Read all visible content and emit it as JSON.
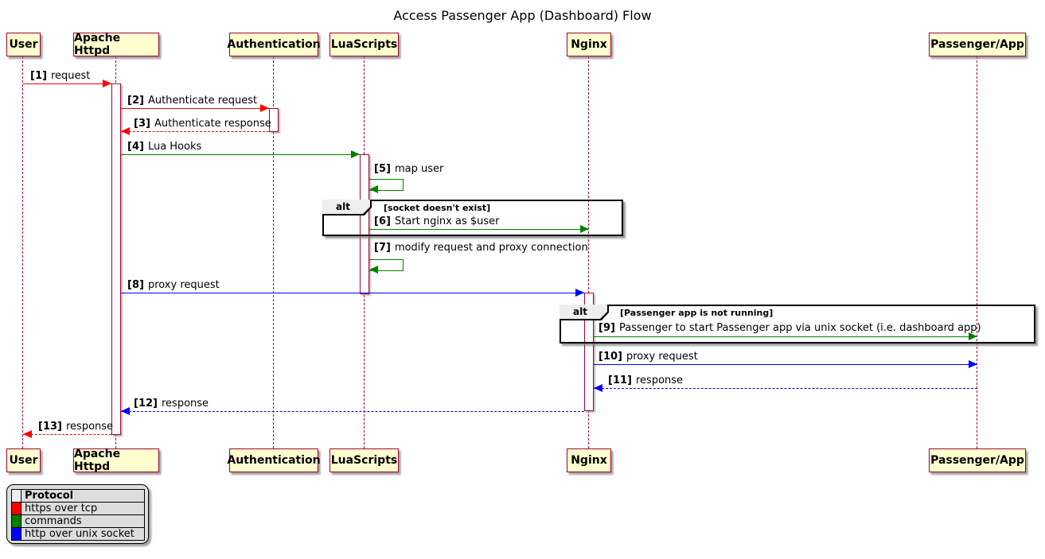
{
  "title": "Access Passenger App (Dashboard) Flow",
  "participants": [
    {
      "name": "User"
    },
    {
      "name": "Apache Httpd"
    },
    {
      "name": "Authentication"
    },
    {
      "name": "LuaScripts"
    },
    {
      "name": "Nginx"
    },
    {
      "name": "Passenger/App"
    }
  ],
  "messages": [
    {
      "num": "[1]",
      "text": "request",
      "from": "User",
      "to": "Apache Httpd",
      "protocol": "https over tcp",
      "color": "#FF0000",
      "line": "solid"
    },
    {
      "num": "[2]",
      "text": "Authenticate request",
      "from": "Apache Httpd",
      "to": "Authentication",
      "protocol": "https over tcp",
      "color": "#FF0000",
      "line": "solid"
    },
    {
      "num": "[3]",
      "text": "Authenticate response",
      "from": "Authentication",
      "to": "Apache Httpd",
      "protocol": "https over tcp",
      "color": "#FF0000",
      "line": "dashed"
    },
    {
      "num": "[4]",
      "text": "Lua Hooks",
      "from": "Apache Httpd",
      "to": "LuaScripts",
      "protocol": "commands",
      "color": "#008000",
      "line": "solid"
    },
    {
      "num": "[5]",
      "text": "map user",
      "from": "LuaScripts",
      "to": "LuaScripts",
      "protocol": "commands",
      "color": "#008000",
      "line": "self"
    },
    {
      "num": "[6]",
      "text": "Start nginx as $user",
      "from": "LuaScripts",
      "to": "Nginx",
      "protocol": "commands",
      "color": "#008000",
      "line": "solid"
    },
    {
      "num": "[7]",
      "text": "modify request and proxy connection",
      "from": "LuaScripts",
      "to": "LuaScripts",
      "protocol": "commands",
      "color": "#008000",
      "line": "self"
    },
    {
      "num": "[8]",
      "text": "proxy request",
      "from": "Apache Httpd",
      "to": "Nginx",
      "protocol": "http over unix socket",
      "color": "#0000FF",
      "line": "solid"
    },
    {
      "num": "[9]",
      "text": "Passenger to start Passenger app via unix socket (i.e. dashboard app)",
      "from": "Nginx",
      "to": "Passenger/App",
      "protocol": "commands",
      "color": "#008000",
      "line": "solid"
    },
    {
      "num": "[10]",
      "text": "proxy request",
      "from": "Nginx",
      "to": "Passenger/App",
      "protocol": "http over unix socket",
      "color": "#0000FF",
      "line": "solid"
    },
    {
      "num": "[11]",
      "text": "response",
      "from": "Passenger/App",
      "to": "Nginx",
      "protocol": "http over unix socket",
      "color": "#0000FF",
      "line": "dashed"
    },
    {
      "num": "[12]",
      "text": "response",
      "from": "Nginx",
      "to": "Apache Httpd",
      "protocol": "http over unix socket",
      "color": "#0000FF",
      "line": "dashed"
    },
    {
      "num": "[13]",
      "text": "response",
      "from": "Apache Httpd",
      "to": "User",
      "protocol": "https over tcp",
      "color": "#FF0000",
      "line": "dashed"
    }
  ],
  "alt_frames": [
    {
      "label": "alt",
      "condition": "[socket doesn't exist]"
    },
    {
      "label": "alt",
      "condition": "[Passenger app is not running]"
    }
  ],
  "legend": {
    "header": "Protocol",
    "rows": [
      {
        "color": "#FF0000",
        "label": "https over tcp"
      },
      {
        "color": "#008000",
        "label": "commands"
      },
      {
        "color": "#0000FF",
        "label": "http over unix socket"
      }
    ]
  },
  "colors": {
    "participant_fill": "#FEFECE",
    "participant_border": "#A80036",
    "lifeline": "#A80036",
    "frame_border": "#000000",
    "legend_bg": "#DDDDDD",
    "red": "#FF0000",
    "green": "#008000",
    "blue": "#0000FF"
  }
}
